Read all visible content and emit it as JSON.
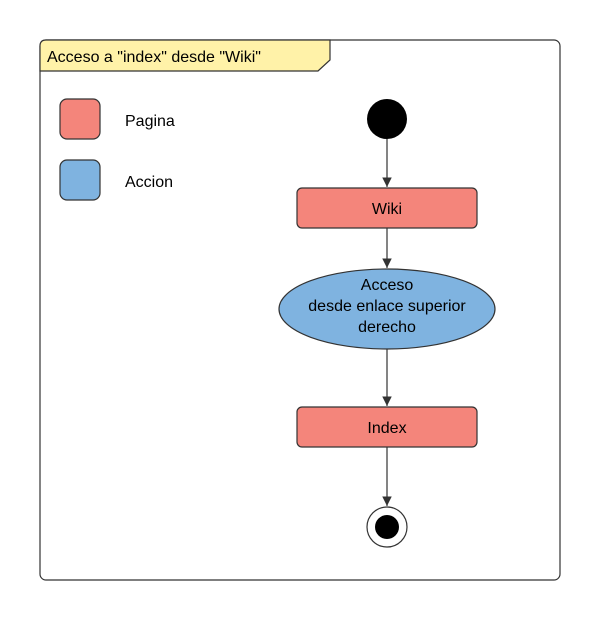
{
  "frame": {
    "title": "Acceso a \"index\" desde \"Wiki\""
  },
  "legend": {
    "items": [
      {
        "label": "Pagina",
        "color": "#f4857b"
      },
      {
        "label": "Accion",
        "color": "#7fb3e0"
      }
    ]
  },
  "flow": {
    "page_wiki": "Wiki",
    "action_line1": "Acceso",
    "action_line2": "desde enlace superior",
    "action_line3": "derecho",
    "page_index": "Index"
  },
  "colors": {
    "page_fill": "#f4857b",
    "action_fill": "#7fb3e0",
    "frame_title_fill": "#fff2a8",
    "stroke": "#333333",
    "node_black": "#000000"
  }
}
